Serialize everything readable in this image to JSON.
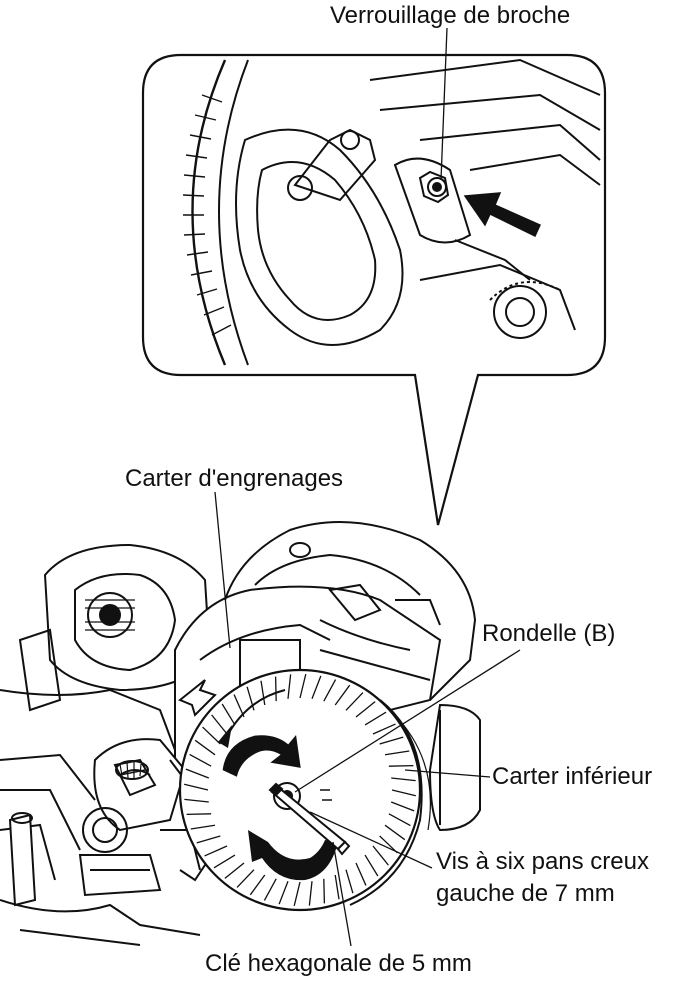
{
  "labels": {
    "spindle_lock": "Verrouillage de broche",
    "gear_housing": "Carter d'engrenages",
    "washer_b": "Rondelle (B)",
    "lower_guard": "Carter inférieur",
    "hex_bolt_line1": "Vis à six pans creux",
    "hex_bolt_line2": "gauche de 7 mm",
    "hex_wrench": "Clé hexagonale de 5 mm"
  }
}
